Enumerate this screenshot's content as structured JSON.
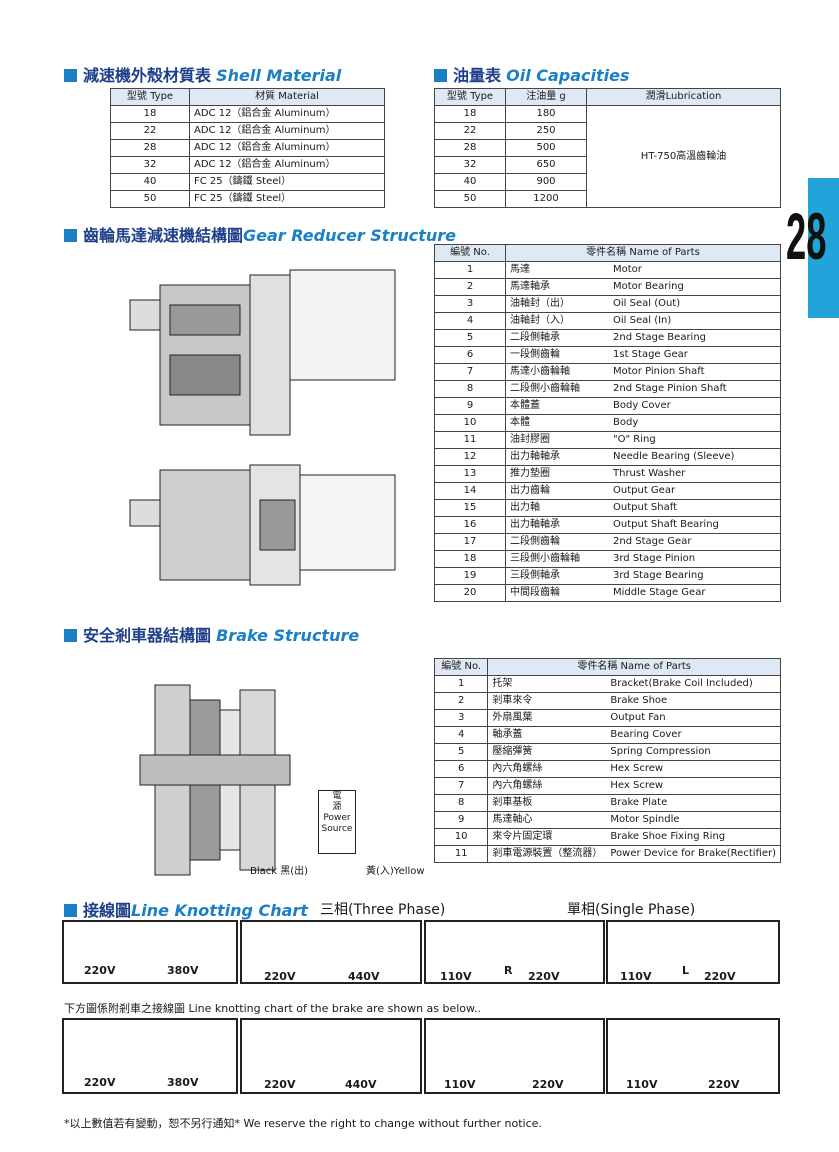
{
  "page_number": "28",
  "shell": {
    "title_zh": "減速機外殼材質表",
    "title_en": "Shell Material",
    "headers": [
      "型號 Type",
      "材質 Material"
    ],
    "rows": [
      [
        "18",
        "ADC 12（鋁合金 Aluminum）"
      ],
      [
        "22",
        "ADC 12（鋁合金 Aluminum）"
      ],
      [
        "28",
        "ADC 12（鋁合金 Aluminum）"
      ],
      [
        "32",
        "ADC 12（鋁合金 Aluminum）"
      ],
      [
        "40",
        "FC 25（鑄鐵 Steel）"
      ],
      [
        "50",
        "FC 25（鑄鐵 Steel）"
      ]
    ]
  },
  "oil": {
    "title_zh": "油量表",
    "title_en": "Oil Capacities",
    "headers": [
      "型號 Type",
      "注油量 g",
      "潤滑Lubrication"
    ],
    "rows": [
      [
        "18",
        "180"
      ],
      [
        "22",
        "250"
      ],
      [
        "28",
        "500"
      ],
      [
        "32",
        "650"
      ],
      [
        "40",
        "900"
      ],
      [
        "50",
        "1200"
      ]
    ],
    "lubricant": "HT-750高溫齒輪油"
  },
  "gear": {
    "title_zh": "齒輪馬達減速機結構圖",
    "title_en": "Gear Reducer Structure",
    "headers": [
      "編號 No.",
      "零件名稱 Name of Parts"
    ],
    "rows": [
      [
        "1",
        "馬達",
        "Motor"
      ],
      [
        "2",
        "馬達軸承",
        "Motor Bearing"
      ],
      [
        "3",
        "油軸封（出）",
        "Oil Seal (Out)"
      ],
      [
        "4",
        "油軸封（入）",
        "Oil Seal (In)"
      ],
      [
        "5",
        "二段側軸承",
        "2nd Stage Bearing"
      ],
      [
        "6",
        "一段側齒輪",
        "1st Stage Gear"
      ],
      [
        "7",
        "馬達小齒輪軸",
        "Motor Pinion Shaft"
      ],
      [
        "8",
        "二段側小齒輪軸",
        "2nd Stage Pinion Shaft"
      ],
      [
        "9",
        "本體蓋",
        "Body Cover"
      ],
      [
        "10",
        "本體",
        "Body"
      ],
      [
        "11",
        "油封膠圈",
        "\"O\" Ring"
      ],
      [
        "12",
        "出力軸軸承",
        "Needle Bearing (Sleeve)"
      ],
      [
        "13",
        "推力墊圈",
        "Thrust Washer"
      ],
      [
        "14",
        "出力齒輪",
        "Output Gear"
      ],
      [
        "15",
        "出力軸",
        "Output Shaft"
      ],
      [
        "16",
        "出力軸軸承",
        "Output Shaft Bearing"
      ],
      [
        "17",
        "二段側齒輪",
        "2nd Stage Gear"
      ],
      [
        "18",
        "三段側小齒輪軸",
        "3rd Stage Pinion"
      ],
      [
        "19",
        "三段側軸承",
        "3rd Stage Bearing"
      ],
      [
        "20",
        "中間段齒輪",
        "Middle Stage Gear"
      ]
    ]
  },
  "brake": {
    "title_zh": "安全剎車器結構圖",
    "title_en": "Brake Structure",
    "headers": [
      "編號 No.",
      "零件名稱 Name of Parts"
    ],
    "rows": [
      [
        "1",
        "托架",
        "Bracket(Brake Coil Included)"
      ],
      [
        "2",
        "剎車來令",
        "Brake Shoe"
      ],
      [
        "3",
        "外扇風葉",
        "Output Fan"
      ],
      [
        "4",
        "軸承蓋",
        "Bearing Cover"
      ],
      [
        "5",
        "壓縮彈簧",
        "Spring Compression"
      ],
      [
        "6",
        "內六角螺絲",
        "Hex Screw"
      ],
      [
        "7",
        "內六角螺絲",
        "Hex Screw"
      ],
      [
        "8",
        "剎車基板",
        "Brake Plate"
      ],
      [
        "9",
        "馬達軸心",
        "Motor Spindle"
      ],
      [
        "10",
        "來令片固定環",
        "Brake Shoe Fixing Ring"
      ],
      [
        "11",
        "剎車電源裝置（整流器）",
        "Power Device for Brake(Rectifier)"
      ]
    ],
    "power_zh_1": "電",
    "power_zh_2": "源",
    "power_en_1": "Power",
    "power_en_2": "Source",
    "wire_black": "Black 黑(出)",
    "wire_yellow": "黃(入)Yellow"
  },
  "wiring": {
    "title_zh": "接線圖",
    "title_en": "Line Knotting Chart",
    "three_phase": "三相(Three Phase)",
    "single_phase": "單相(Single Phase)",
    "brake_note": "下方圖係附剎車之接線圖 Line knotting chart of the brake are shown as below..",
    "v220": "220V",
    "v380": "380V",
    "v440": "440V",
    "v110": "110V",
    "R": "R",
    "L": "L"
  },
  "notice": "*以上數值若有變動，恕不另行通知*  We reserve the right to change without further notice."
}
